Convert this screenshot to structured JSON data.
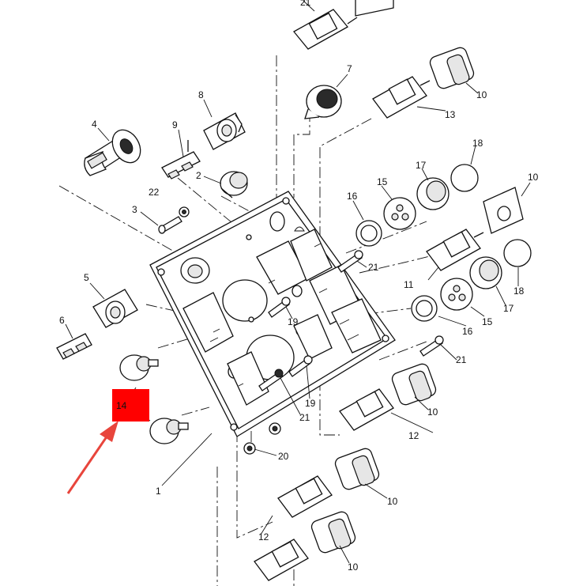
{
  "diagram": {
    "callouts": {
      "c1": "1",
      "c2": "2",
      "c3": "3",
      "c4": "4",
      "c5": "5",
      "c6": "6",
      "c7": "7",
      "c8": "8",
      "c9": "9",
      "c10a": "10",
      "c10b": "10",
      "c10c": "10",
      "c10d": "10",
      "c10e": "10",
      "c11": "11",
      "c12a": "12",
      "c12b": "12",
      "c13": "13",
      "c14": "14",
      "c15a": "15",
      "c15b": "15",
      "c16a": "16",
      "c16b": "16",
      "c17a": "17",
      "c17b": "17",
      "c18a": "18",
      "c18b": "18",
      "c19a": "19",
      "c19b": "19",
      "c20": "20",
      "c21a": "21",
      "c21b": "21",
      "c21c": "21",
      "c21d": "21",
      "c22": "22"
    },
    "highlight_color": "#ff0000",
    "arrow_color": "#e8453c",
    "highlighted_part": "14"
  }
}
